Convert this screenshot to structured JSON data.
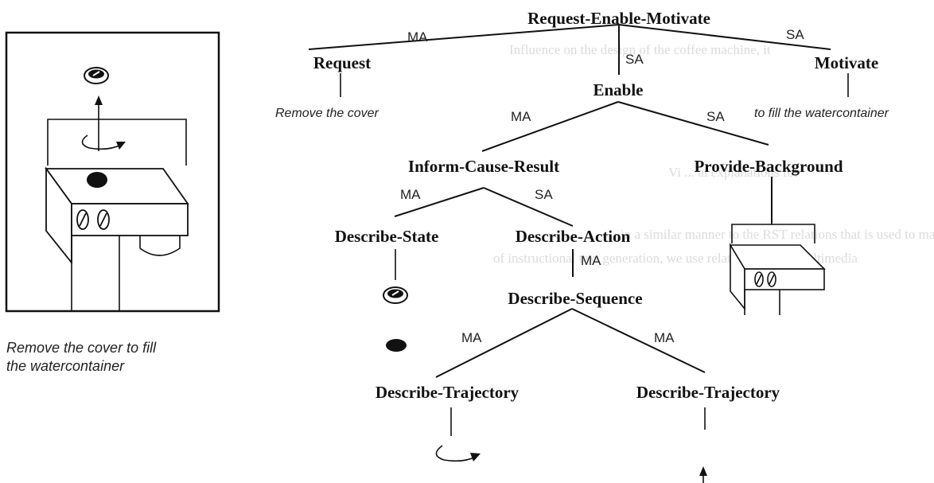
{
  "tree": {
    "root": "Request-Enable-Motivate",
    "request": "Request",
    "enable": "Enable",
    "motivate": "Motivate",
    "request_text": "Remove the cover",
    "motivate_text": "to fill the watercontainer",
    "inform_cause_result": "Inform-Cause-Result",
    "provide_background": "Provide-Background",
    "describe_state": "Describe-State",
    "describe_action": "Describe-Action",
    "describe_sequence": "Describe-Sequence",
    "describe_trajectory_1": "Describe-Trajectory",
    "describe_trajectory_2": "Describe-Trajectory"
  },
  "relations": {
    "root_request": "MA",
    "root_enable": "SA",
    "root_motivate": "SA",
    "enable_icr": "MA",
    "enable_pb": "SA",
    "icr_state": "MA",
    "icr_action": "SA",
    "action_sequence": "MA",
    "sequence_traj1": "MA",
    "sequence_traj2": "MA"
  },
  "figure_caption": {
    "line1": "Remove the cover to fill",
    "line2": "the watercontainer"
  },
  "background_text": {
    "line1": "Influence on the design of the coffee machine, it",
    "line2": "Vi ... al explanations for",
    "line3": "in a similar manner to the RST relations that is used to mark and the like",
    "line4": "of instructional text generation, we use relations for the multimedia"
  }
}
